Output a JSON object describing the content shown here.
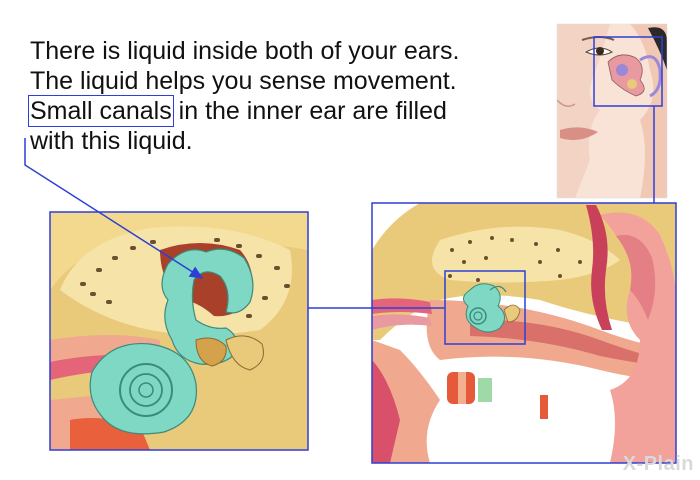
{
  "caption": {
    "line1": "There is liquid inside both of your ears.",
    "line2": "The liquid helps you sense movement.",
    "line3_highlight": "Small canals",
    "line3_rest": " in the inner ear are filled",
    "line4": "with this liquid."
  },
  "watermark": "X-Plain",
  "icons": [
    "face-illustration",
    "ear-cross-section",
    "inner-ear-closeup"
  ],
  "colors": {
    "callout": "#2e3fd6",
    "fluid": "#7fd8c4",
    "bone": "#e9c97a",
    "flesh": "#f0a98f",
    "skin": "#f6dccd"
  }
}
